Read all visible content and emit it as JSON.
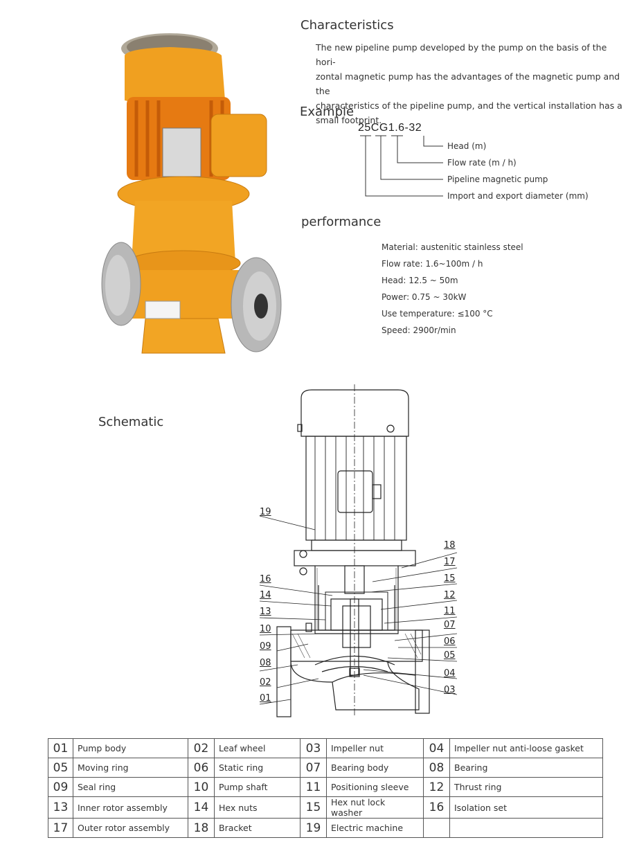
{
  "characteristics": {
    "title": "Characteristics",
    "text_lines": [
      "The new pipeline pump developed by the pump on the basis of the hori-",
      "zontal magnetic pump has the advantages of the magnetic pump and the",
      "characteristics of the pipeline pump, and the vertical installation has a",
      "small footprint."
    ]
  },
  "example": {
    "title": "Example",
    "code": "25CG1.6-32",
    "labels": [
      "Head (m)",
      "Flow rate (m / h)",
      "Pipeline magnetic pump",
      "Import and export diameter (mm)"
    ]
  },
  "performance": {
    "title": "performance",
    "lines": [
      "Material: austenitic stainless steel",
      "Flow rate: 1.6~100m / h",
      "Head: 12.5 ~ 50m",
      "Power: 0.75 ~ 30kW",
      "Use temperature: ≤100 °C",
      "Speed: 2900r/min"
    ]
  },
  "schematic": {
    "title": "Schematic",
    "callouts_left": [
      "19",
      "16",
      "14",
      "13",
      "10",
      "09",
      "08",
      "02",
      "01"
    ],
    "callouts_right": [
      "18",
      "17",
      "15",
      "12",
      "11",
      "07",
      "06",
      "05",
      "04",
      "03"
    ]
  },
  "parts_table": {
    "rows": [
      [
        [
          "01",
          "Pump body"
        ],
        [
          "02",
          "Leaf wheel"
        ],
        [
          "03",
          "Impeller nut"
        ],
        [
          "04",
          "Impeller nut anti-loose gasket"
        ]
      ],
      [
        [
          "05",
          "Moving ring"
        ],
        [
          "06",
          "Static ring"
        ],
        [
          "07",
          "Bearing body"
        ],
        [
          "08",
          "Bearing"
        ]
      ],
      [
        [
          "09",
          "Seal ring"
        ],
        [
          "10",
          "Pump shaft"
        ],
        [
          "11",
          "Positioning sleeve"
        ],
        [
          "12",
          "Thrust ring"
        ]
      ],
      [
        [
          "13",
          "Inner rotor assembly"
        ],
        [
          "14",
          "Hex nuts"
        ],
        [
          "15",
          "Hex nut lock washer"
        ],
        [
          "16",
          "Isolation set"
        ]
      ],
      [
        [
          "17",
          "Outer rotor assembly"
        ],
        [
          "18",
          "Bracket"
        ],
        [
          "19",
          "Electric machine"
        ],
        [
          "",
          ""
        ]
      ]
    ]
  },
  "colors": {
    "pump_orange": "#f0a020",
    "pump_dark_orange": "#e07810",
    "steel": "#b8b8b8"
  }
}
